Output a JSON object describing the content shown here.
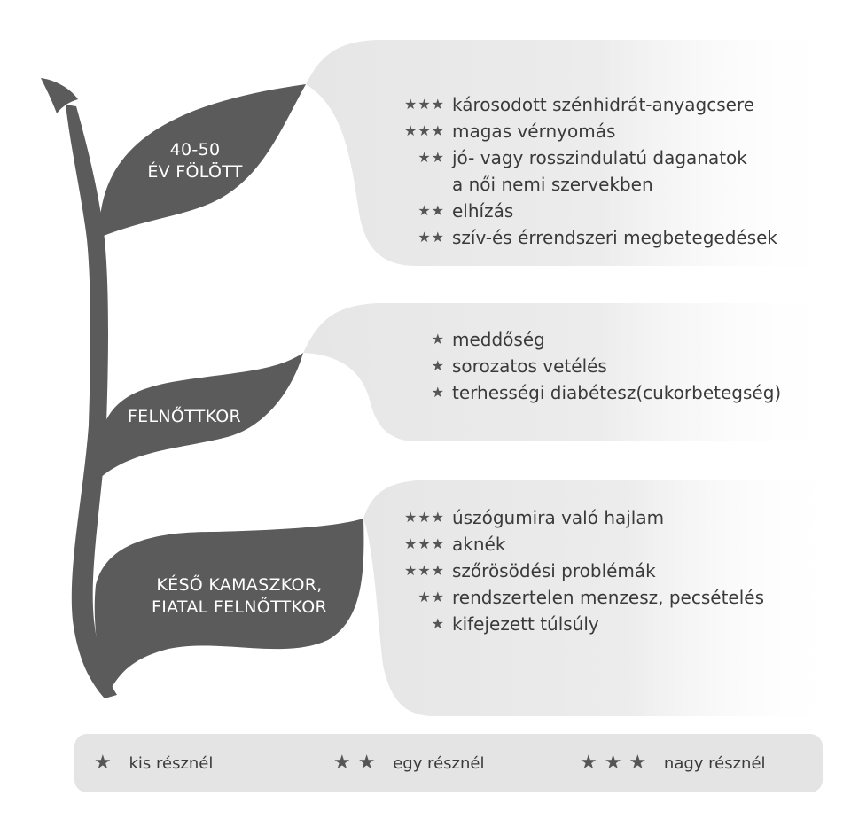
{
  "stages": [
    {
      "label": [
        "40-50",
        "ÉV FÖLÖTT"
      ],
      "items": [
        {
          "stars": "★★★",
          "text": [
            "károsodott szénhidrát-anyagcsere"
          ]
        },
        {
          "stars": "★★★",
          "text": [
            "magas vérnyomás"
          ]
        },
        {
          "stars": "★★",
          "text": [
            "jó- vagy rosszindulatú daganatok",
            "a női nemi szervekben"
          ]
        },
        {
          "stars": "★★",
          "text": [
            "elhízás"
          ]
        },
        {
          "stars": "★★",
          "text": [
            "szív-és érrendszeri megbetegedések"
          ]
        }
      ]
    },
    {
      "label": [
        "FELNŐTTKOR"
      ],
      "items": [
        {
          "stars": "★",
          "text": [
            "meddőség"
          ]
        },
        {
          "stars": "★",
          "text": [
            "sorozatos vetélés"
          ]
        },
        {
          "stars": "★",
          "text": [
            "terhességi diabétesz(cukorbetegség)"
          ]
        }
      ]
    },
    {
      "label": [
        "KÉSŐ KAMASZKOR,",
        "FIATAL FELNŐTTKOR"
      ],
      "items": [
        {
          "stars": "★★★",
          "text": [
            "úszógumira való hajlam"
          ]
        },
        {
          "stars": "★★★",
          "text": [
            "aknék"
          ]
        },
        {
          "stars": "★★★",
          "text": [
            "szőrösödési problémák"
          ]
        },
        {
          "stars": "★★",
          "text": [
            "rendszertelen menzesz, pecsételés"
          ]
        },
        {
          "stars": "★",
          "text": [
            "kifejezett túlsúly"
          ]
        }
      ]
    }
  ],
  "legend": [
    {
      "stars": "★",
      "label": "kis résznél"
    },
    {
      "stars": "★★",
      "label": "egy résznél"
    },
    {
      "stars": "★★★",
      "label": "nagy résznél"
    }
  ],
  "colors": {
    "leaf": "#5b5b5b",
    "bubble": "#e8e8e8",
    "star": "#555555"
  }
}
